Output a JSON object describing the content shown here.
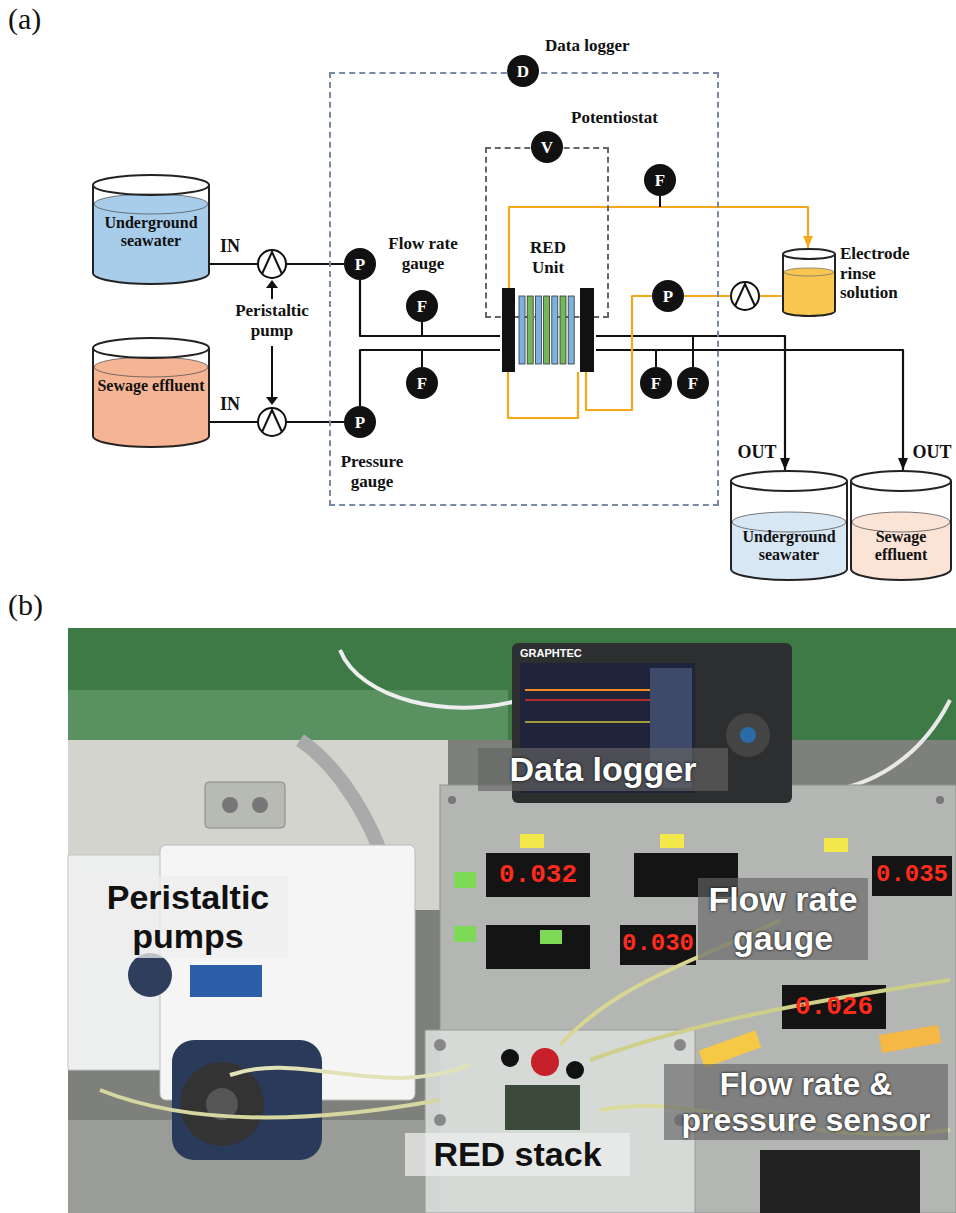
{
  "diagram": {
    "nodes": [
      {
        "text": [
          "Data logger"
        ]
      },
      {
        "text": [
          "D"
        ],
        "in": 0
      },
      {
        "text": [
          "Potentiostat"
        ],
        "in": 0
      },
      {
        "text": [
          "V"
        ],
        "in": 2
      },
      {
        "text": [
          "Underground seawater"
        ]
      },
      {
        "text": [
          "Sewage effluent"
        ]
      },
      {
        "text": [
          "P"
        ],
        "in": 0
      },
      {
        "text": [
          "P"
        ],
        "in": 0
      },
      {
        "text": [
          "F"
        ],
        "in": 0
      },
      {
        "text": [
          "F"
        ],
        "in": 0
      },
      {
        "text": [
          "RED Unit"
        ],
        "in": 0
      },
      {
        "text": [
          "F"
        ],
        "in": 0
      },
      {
        "text": [
          "P"
        ],
        "in": 0
      },
      {
        "text": [
          "F"
        ],
        "in": 0
      },
      {
        "text": [
          "F"
        ],
        "in": 0
      },
      {
        "text": [
          "Electrode rinse solution"
        ]
      },
      {
        "text": [
          "Underground seawater"
        ]
      },
      {
        "text": [
          "Sewage effluent"
        ]
      }
    ],
    "edges": [
      {
        "from": 4,
        "to": 6,
        "arrow": "none"
      },
      {
        "from": 5,
        "to": 7,
        "arrow": "none"
      },
      {
        "from": 6,
        "to": 10,
        "arrow": "none"
      },
      {
        "from": 7,
        "to": 10,
        "arrow": "none"
      },
      {
        "from": 10,
        "to": 16,
        "arrow": "to"
      },
      {
        "from": 10,
        "to": 17,
        "arrow": "to"
      },
      {
        "from": 15,
        "to": 12,
        "arrow": "none"
      },
      {
        "from": 12,
        "to": 10,
        "arrow": "none"
      },
      {
        "from": 10,
        "to": 15,
        "arrow": "to"
      }
    ],
    "labels": [
      "(a)",
      "IN",
      "IN",
      "Peristaltic pump",
      "Flow rate gauge",
      "Pressure gauge",
      "OUT",
      "OUT",
      "(b)",
      "GRAPHTEC",
      "0.032",
      "0.035",
      "0.030",
      "0.026",
      "Data logger",
      "Peristaltic pumps",
      "Flow rate gauge",
      "Flow rate & pressure sensor",
      "RED stack"
    ]
  }
}
